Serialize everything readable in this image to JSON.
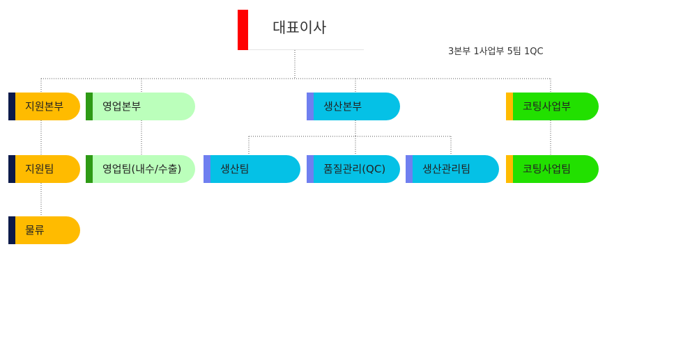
{
  "colors": {
    "ceo_bar": "#ff0000",
    "support_fill": "#ffbb00",
    "support_accent": "#0c1a4a",
    "sales_fill": "#bbffbb",
    "sales_accent": "#2e9a15",
    "production_fill": "#05c1e6",
    "production_accent": "#6f7ff0",
    "coating_fill": "#22e000",
    "coating_accent": "#ffbb00",
    "connector": "#555555"
  },
  "ceo": {
    "title": "대표이사"
  },
  "summary": "3본부 1사업부 5팀 1QC",
  "divisions": {
    "support": {
      "label": "지원본부"
    },
    "sales": {
      "label": "영업본부"
    },
    "production": {
      "label": "생산본부"
    },
    "coating": {
      "label": "코팅사업부"
    }
  },
  "teams": {
    "support_team": {
      "label": "지원팀"
    },
    "logistics": {
      "label": "물류"
    },
    "sales_team": {
      "label": "영업팀(내수/수출)"
    },
    "production_team": {
      "label": "생산팀"
    },
    "qc": {
      "label": "품질관리(QC)"
    },
    "production_mgmt": {
      "label": "생산관리팀"
    },
    "coating_team": {
      "label": "코팅사업팀"
    }
  }
}
